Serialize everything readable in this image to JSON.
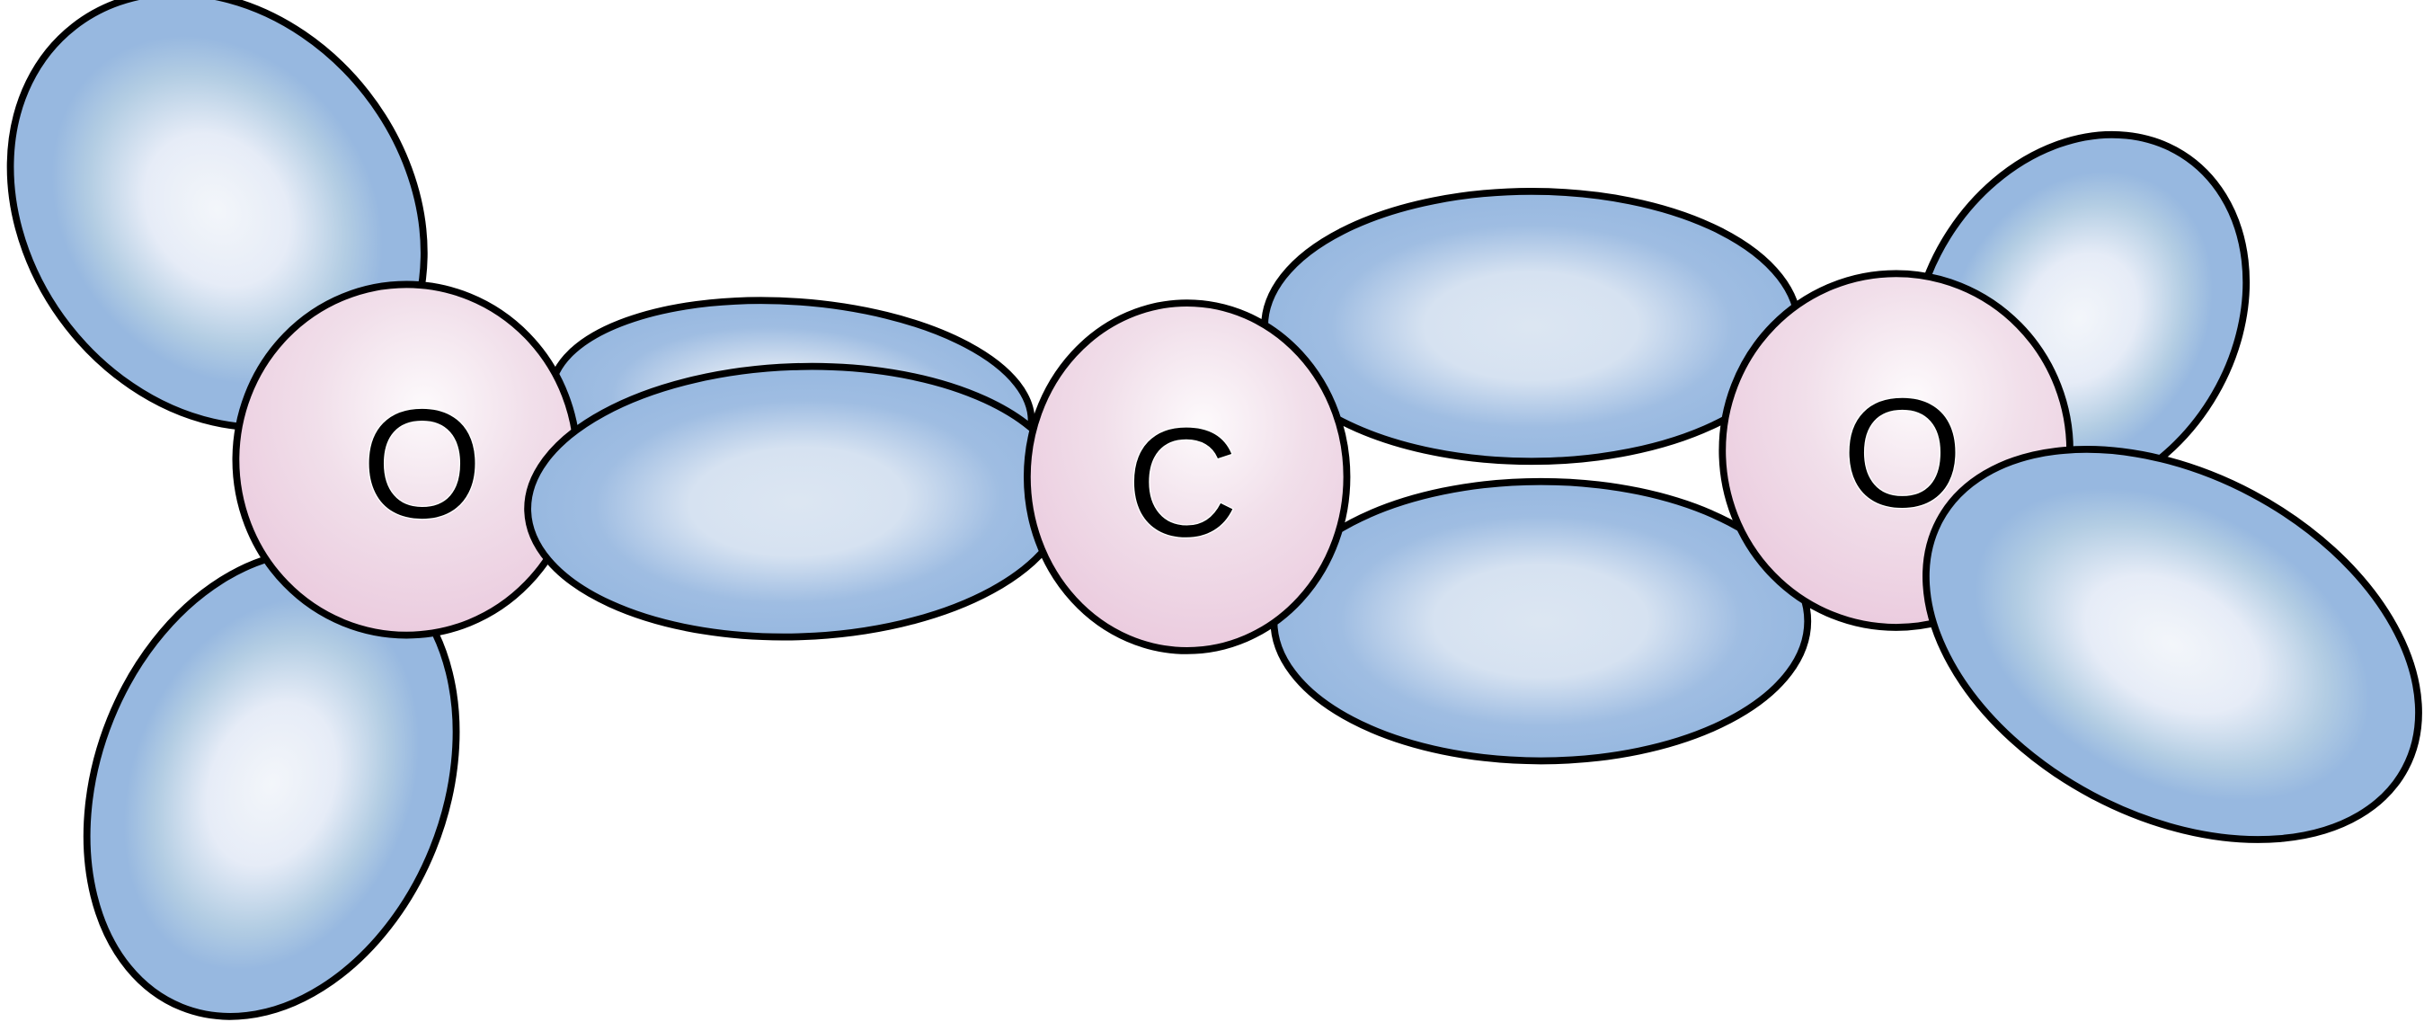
{
  "diagram": {
    "subject": "CO2 molecule orbital diagram",
    "atoms": [
      {
        "id": "oxygen-left",
        "label": "O"
      },
      {
        "id": "carbon-center",
        "label": "C"
      },
      {
        "id": "oxygen-right",
        "label": "O"
      }
    ],
    "colors": {
      "lobe_fill": "#97b8e0",
      "lobe_highlight": "#f3f6fa",
      "atom_fill": "#eac9dd",
      "atom_highlight": "#fdfafc",
      "outline": "#000000",
      "background": "#ffffff"
    }
  }
}
